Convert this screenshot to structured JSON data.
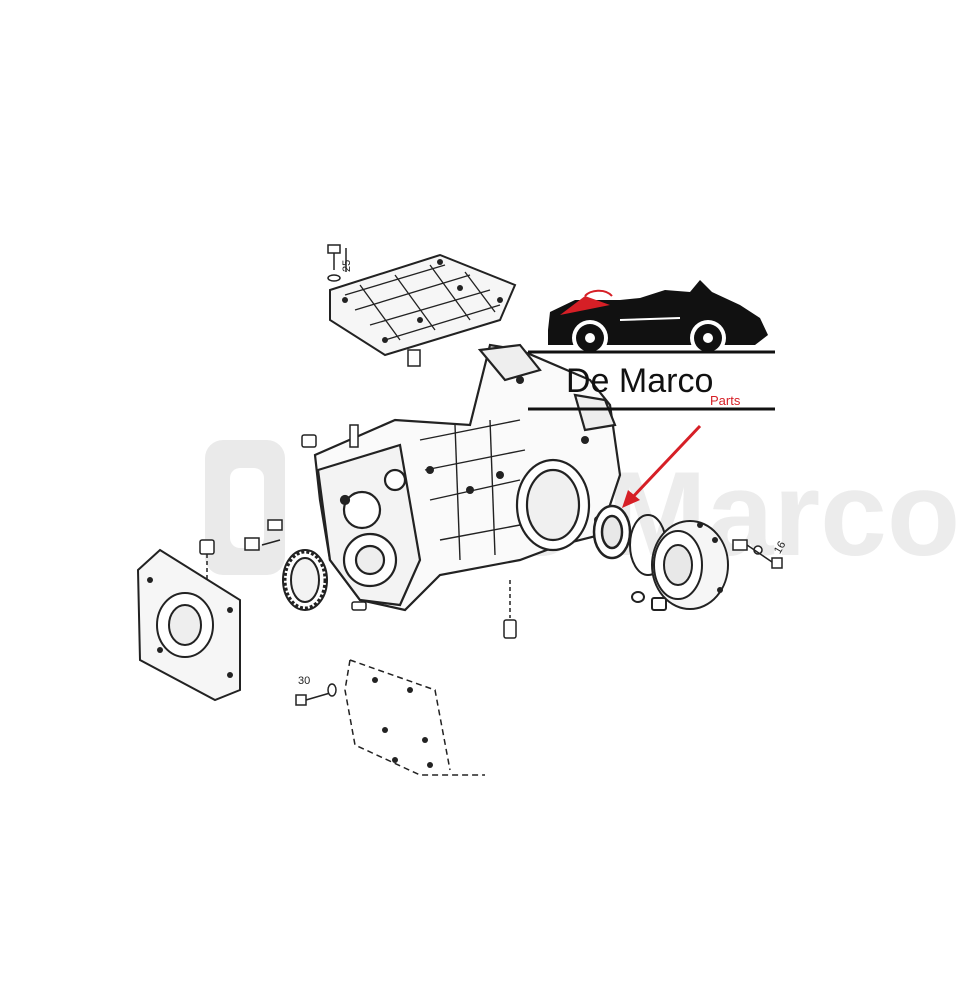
{
  "logo": {
    "brand": "De Marco",
    "sub": "Parts"
  },
  "watermark": {
    "text": "De Marco"
  },
  "callouts": {
    "bolt_top": "25",
    "bolt_bottom": "30",
    "bolt_right": "16"
  },
  "colors": {
    "line": "#222222",
    "brand_red": "#d61f26",
    "brand_dark": "#111111",
    "watermark": "#e6e6e6"
  },
  "highlight": {
    "target_part": "oil seal",
    "arrow_icon": "arrow-icon"
  }
}
